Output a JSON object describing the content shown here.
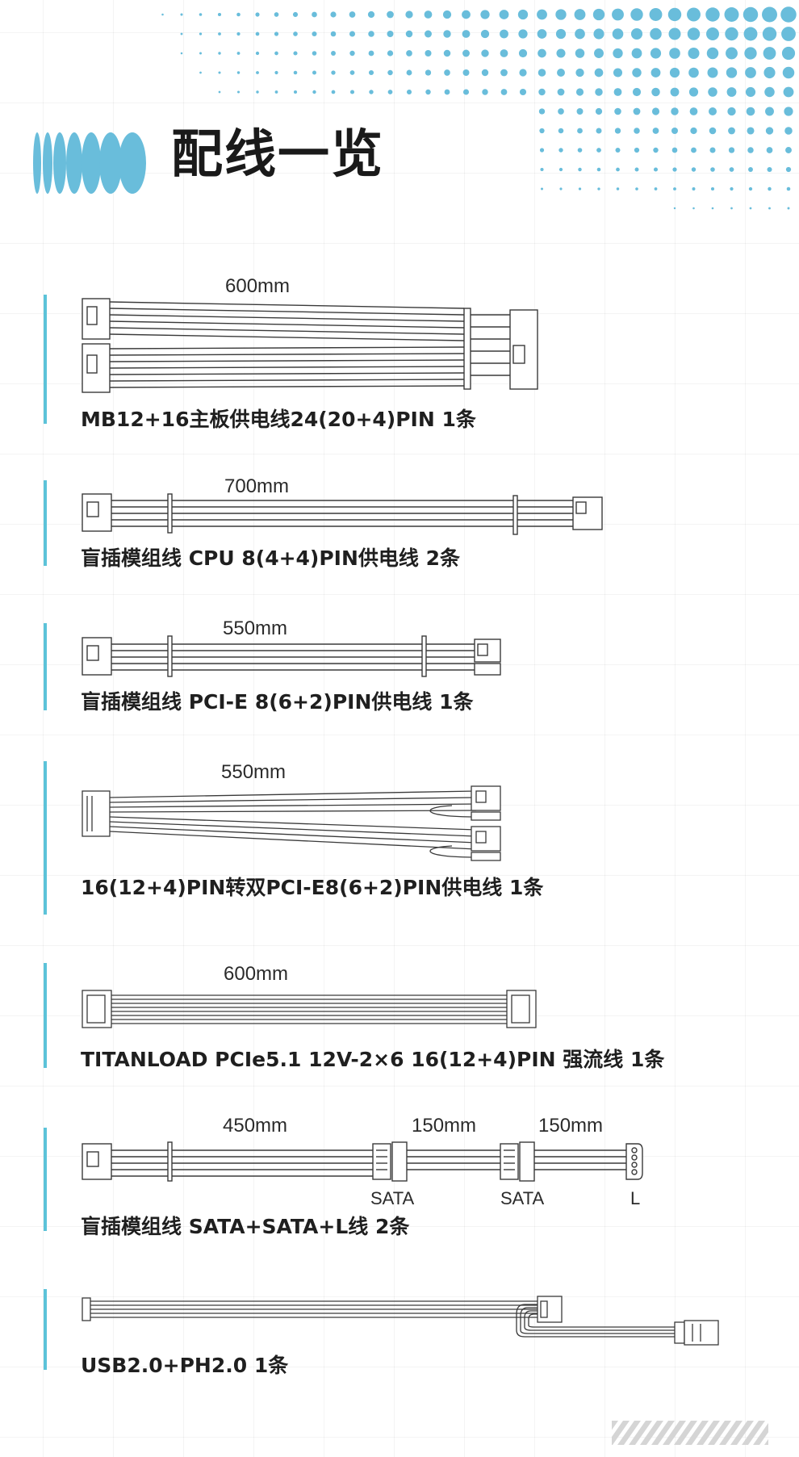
{
  "page": {
    "title": "配线一览"
  },
  "colors": {
    "accent": "#5cc3d9",
    "dot": "#69bddb",
    "cable_stroke": "#3a3a3a"
  },
  "cables": [
    {
      "id": "mb",
      "lengths": [
        "600mm"
      ],
      "caption": "MB12+16主板供电线24(20+4)PIN  1条"
    },
    {
      "id": "cpu",
      "lengths": [
        "700mm"
      ],
      "caption": "盲插模组线 CPU 8(4+4)PIN供电线  2条"
    },
    {
      "id": "pcie",
      "lengths": [
        "550mm"
      ],
      "caption": "盲插模组线 PCI-E 8(6+2)PIN供电线  1条"
    },
    {
      "id": "dual-pcie",
      "lengths": [
        "550mm"
      ],
      "caption": "16(12+4)PIN转双PCI-E8(6+2)PIN供电线  1条"
    },
    {
      "id": "titanload",
      "lengths": [
        "600mm"
      ],
      "caption": "TITANLOAD PCIe5.1 12V-2×6 16(12+4)PIN 强流线 1条"
    },
    {
      "id": "sata",
      "lengths": [
        "450mm",
        "150mm",
        "150mm"
      ],
      "connectors": [
        "SATA",
        "SATA",
        "L"
      ],
      "caption": "盲插模组线 SATA+SATA+L线  2条"
    },
    {
      "id": "usb",
      "lengths": [],
      "caption": "USB2.0+PH2.0  1条"
    }
  ]
}
